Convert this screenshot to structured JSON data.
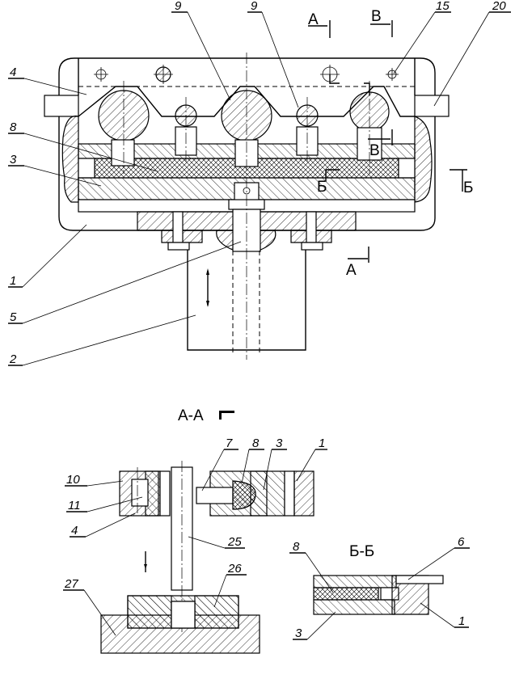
{
  "drawing": {
    "main_view": {
      "callouts": [
        {
          "id": "4",
          "text": "4"
        },
        {
          "id": "9a",
          "text": "9"
        },
        {
          "id": "9b",
          "text": "9"
        },
        {
          "id": "15",
          "text": "15"
        },
        {
          "id": "20",
          "text": "20"
        },
        {
          "id": "8",
          "text": "8"
        },
        {
          "id": "3",
          "text": "3"
        },
        {
          "id": "1",
          "text": "1"
        },
        {
          "id": "5",
          "text": "5"
        },
        {
          "id": "2",
          "text": "2"
        }
      ],
      "section_marks": {
        "a_top": "А",
        "v_top": "В",
        "v_mid": "В",
        "b_mid": "Б",
        "b_right": "Б",
        "a_bottom": "А"
      }
    },
    "section_aa": {
      "title": "А-А",
      "callouts": [
        {
          "id": "10",
          "text": "10"
        },
        {
          "id": "11",
          "text": "11"
        },
        {
          "id": "4",
          "text": "4"
        },
        {
          "id": "7",
          "text": "7"
        },
        {
          "id": "8",
          "text": "8"
        },
        {
          "id": "3",
          "text": "3"
        },
        {
          "id": "1",
          "text": "1"
        },
        {
          "id": "25",
          "text": "25"
        },
        {
          "id": "26",
          "text": "26"
        },
        {
          "id": "27",
          "text": "27"
        }
      ]
    },
    "section_bb": {
      "title": "Б-Б",
      "callouts": [
        {
          "id": "8",
          "text": "8"
        },
        {
          "id": "6",
          "text": "6"
        },
        {
          "id": "3",
          "text": "3"
        },
        {
          "id": "1",
          "text": "1"
        }
      ]
    }
  }
}
